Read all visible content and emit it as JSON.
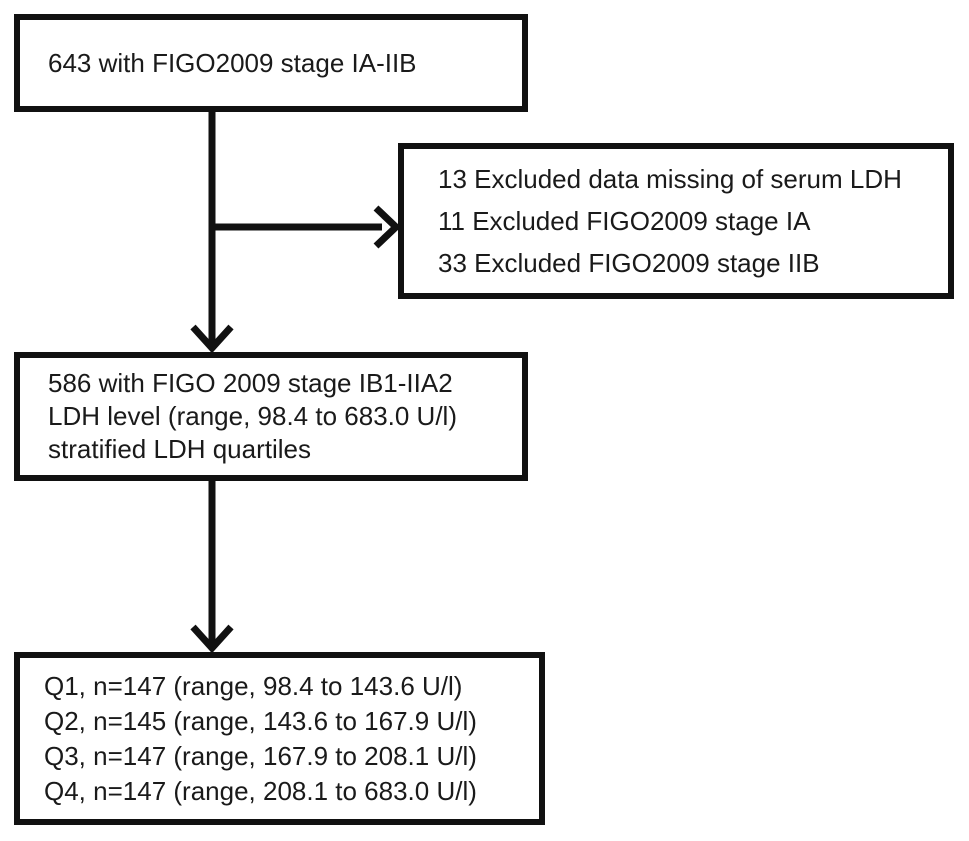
{
  "theme": {
    "bg": "#ffffff",
    "border_color": "#111111",
    "text_color": "#1a1a1a"
  },
  "diagram": {
    "type": "patient-flow-chart",
    "boxes": {
      "initial": {
        "lines": [
          "643 with FIGO2009 stage IA-IIB"
        ]
      },
      "excluded": {
        "lines": [
          "13 Excluded data missing of serum LDH",
          "11 Excluded FIGO2009 stage IA",
          "33 Excluded FIGO2009 stage IIB"
        ]
      },
      "eligible": {
        "lines": [
          "586 with FIGO 2009 stage IB1-IIA2",
          "LDH level (range, 98.4 to 683.0 U/l)",
          "stratified LDH quartiles"
        ]
      },
      "quartiles": {
        "lines": [
          "Q1, n=147 (range, 98.4 to 143.6 U/l)",
          "Q2, n=145 (range, 143.6 to 167.9 U/l)",
          "Q3, n=147 (range, 167.9 to 208.1 U/l)",
          "Q4, n=147 (range, 208.1 to 683.0 U/l)"
        ]
      }
    }
  }
}
